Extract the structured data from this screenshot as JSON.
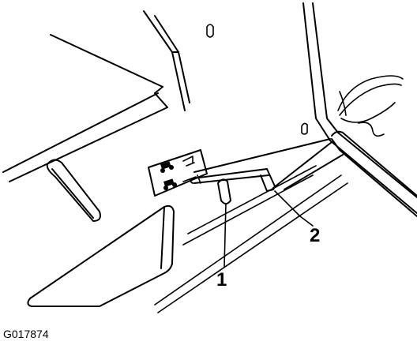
{
  "callouts": [
    {
      "number": "1",
      "target": "handle-knob"
    },
    {
      "number": "2",
      "target": "lever-end"
    }
  ],
  "figure_id": "G017874",
  "icons": [
    "decal-icon",
    "lever-icon"
  ],
  "colors": {
    "line": "#000000",
    "background": "#ffffff"
  }
}
